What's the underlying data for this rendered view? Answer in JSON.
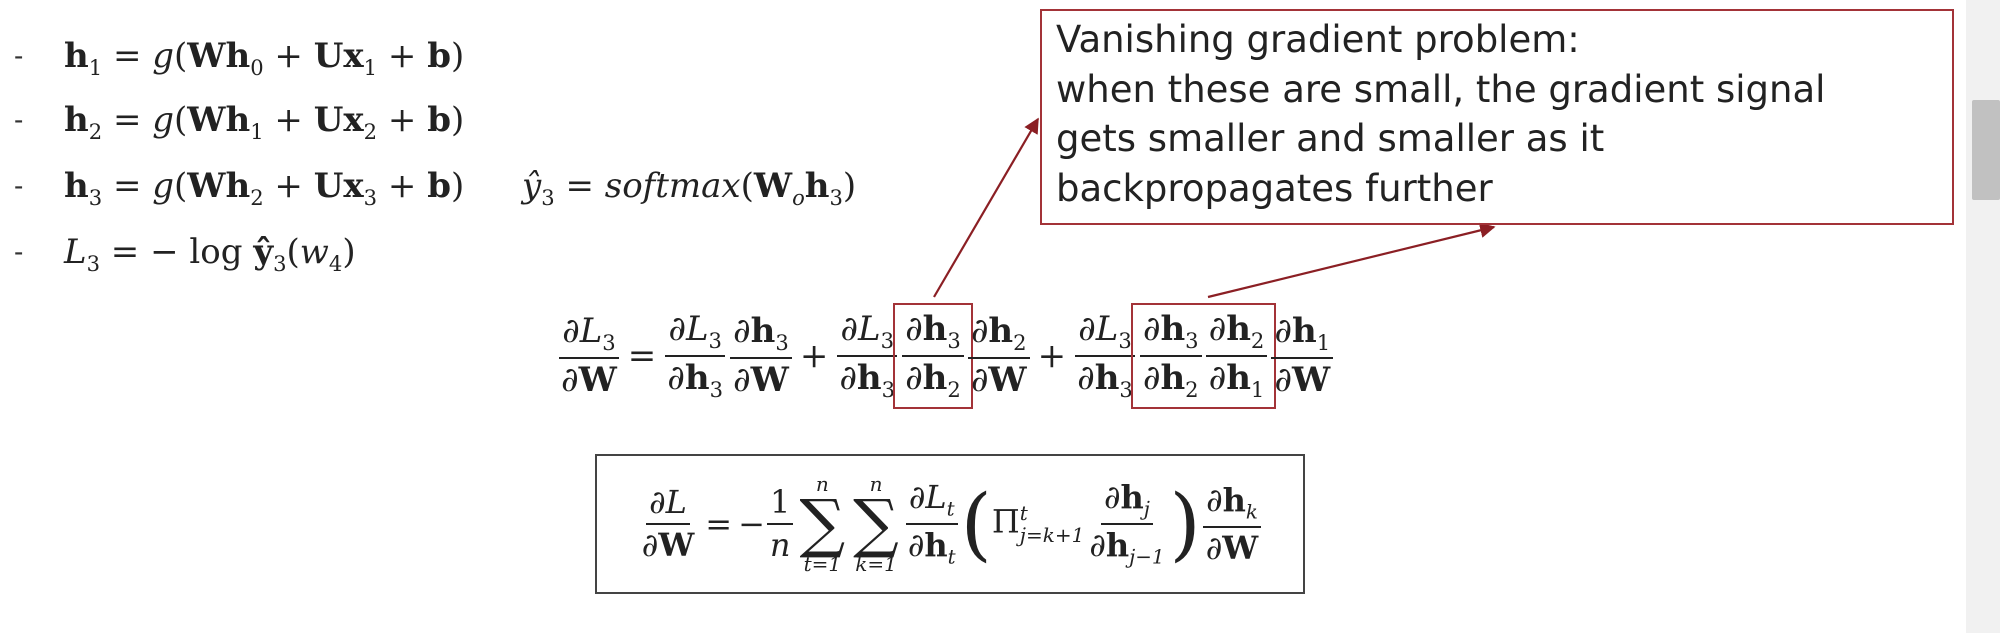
{
  "equations": {
    "bullet": "-",
    "h1": {
      "lhs": "h",
      "sub": "1",
      "eq": " = ",
      "g": "g",
      "open": "(",
      "W": "Wh",
      "wsub": "0",
      "plus1": " + ",
      "U": "Ux",
      "usub": "1",
      "plus2": " + ",
      "b": "b",
      "close": ")"
    },
    "h2": {
      "lhs": "h",
      "sub": "2",
      "eq": " = ",
      "g": "g",
      "open": "(",
      "W": "Wh",
      "wsub": "1",
      "plus1": " + ",
      "U": "Ux",
      "usub": "2",
      "plus2": " + ",
      "b": "b",
      "close": ")"
    },
    "h3": {
      "lhs": "h",
      "sub": "3",
      "eq": " = ",
      "g": "g",
      "open": "(",
      "W": "Wh",
      "wsub": "2",
      "plus1": " + ",
      "U": "Ux",
      "usub": "3",
      "plus2": " + ",
      "b": "b",
      "close": ")"
    },
    "y3": {
      "lhs": "ŷ",
      "sub": "3",
      "eq": " = ",
      "fn": "softmax",
      "open": "(",
      "W": "W",
      "wsub": "o",
      "h": "h",
      "hsub": "3",
      "close": ")"
    },
    "L3": {
      "lhs": "L",
      "sub": "3",
      "eq": " = − log ",
      "y": "ŷ",
      "ysub": "3",
      "open": "(",
      "w": "w",
      "wsub": "4",
      "close": ")"
    }
  },
  "callout": {
    "line1": "Vanishing gradient problem:",
    "line2": "when these are small, the gradient signal",
    "line3": "gets smaller and smaller as it",
    "line4": "backpropagates further"
  },
  "chain_rule": {
    "d": "∂",
    "L": "L",
    "L3sub": "3",
    "W": "W",
    "h": "h",
    "s1": "1",
    "s2": "2",
    "s3": "3",
    "equals": "=",
    "plus": "+"
  },
  "general": {
    "d": "∂",
    "L": "L",
    "W": "W",
    "equals": "=",
    "minus": "−",
    "one": "1",
    "n": "n",
    "sigma": "∑",
    "upper": "n",
    "lower_t": "t=1",
    "lower_k": "k=1",
    "Lt": "L",
    "tsub": "t",
    "h": "h",
    "lparen": "(",
    "rparen": ")",
    "prod": "Π",
    "prod_sup": "t",
    "prod_sub": "j=k+1",
    "hj": "j",
    "hj1": "j−1",
    "hk": "k"
  },
  "colors": {
    "accent": "#a33338"
  }
}
